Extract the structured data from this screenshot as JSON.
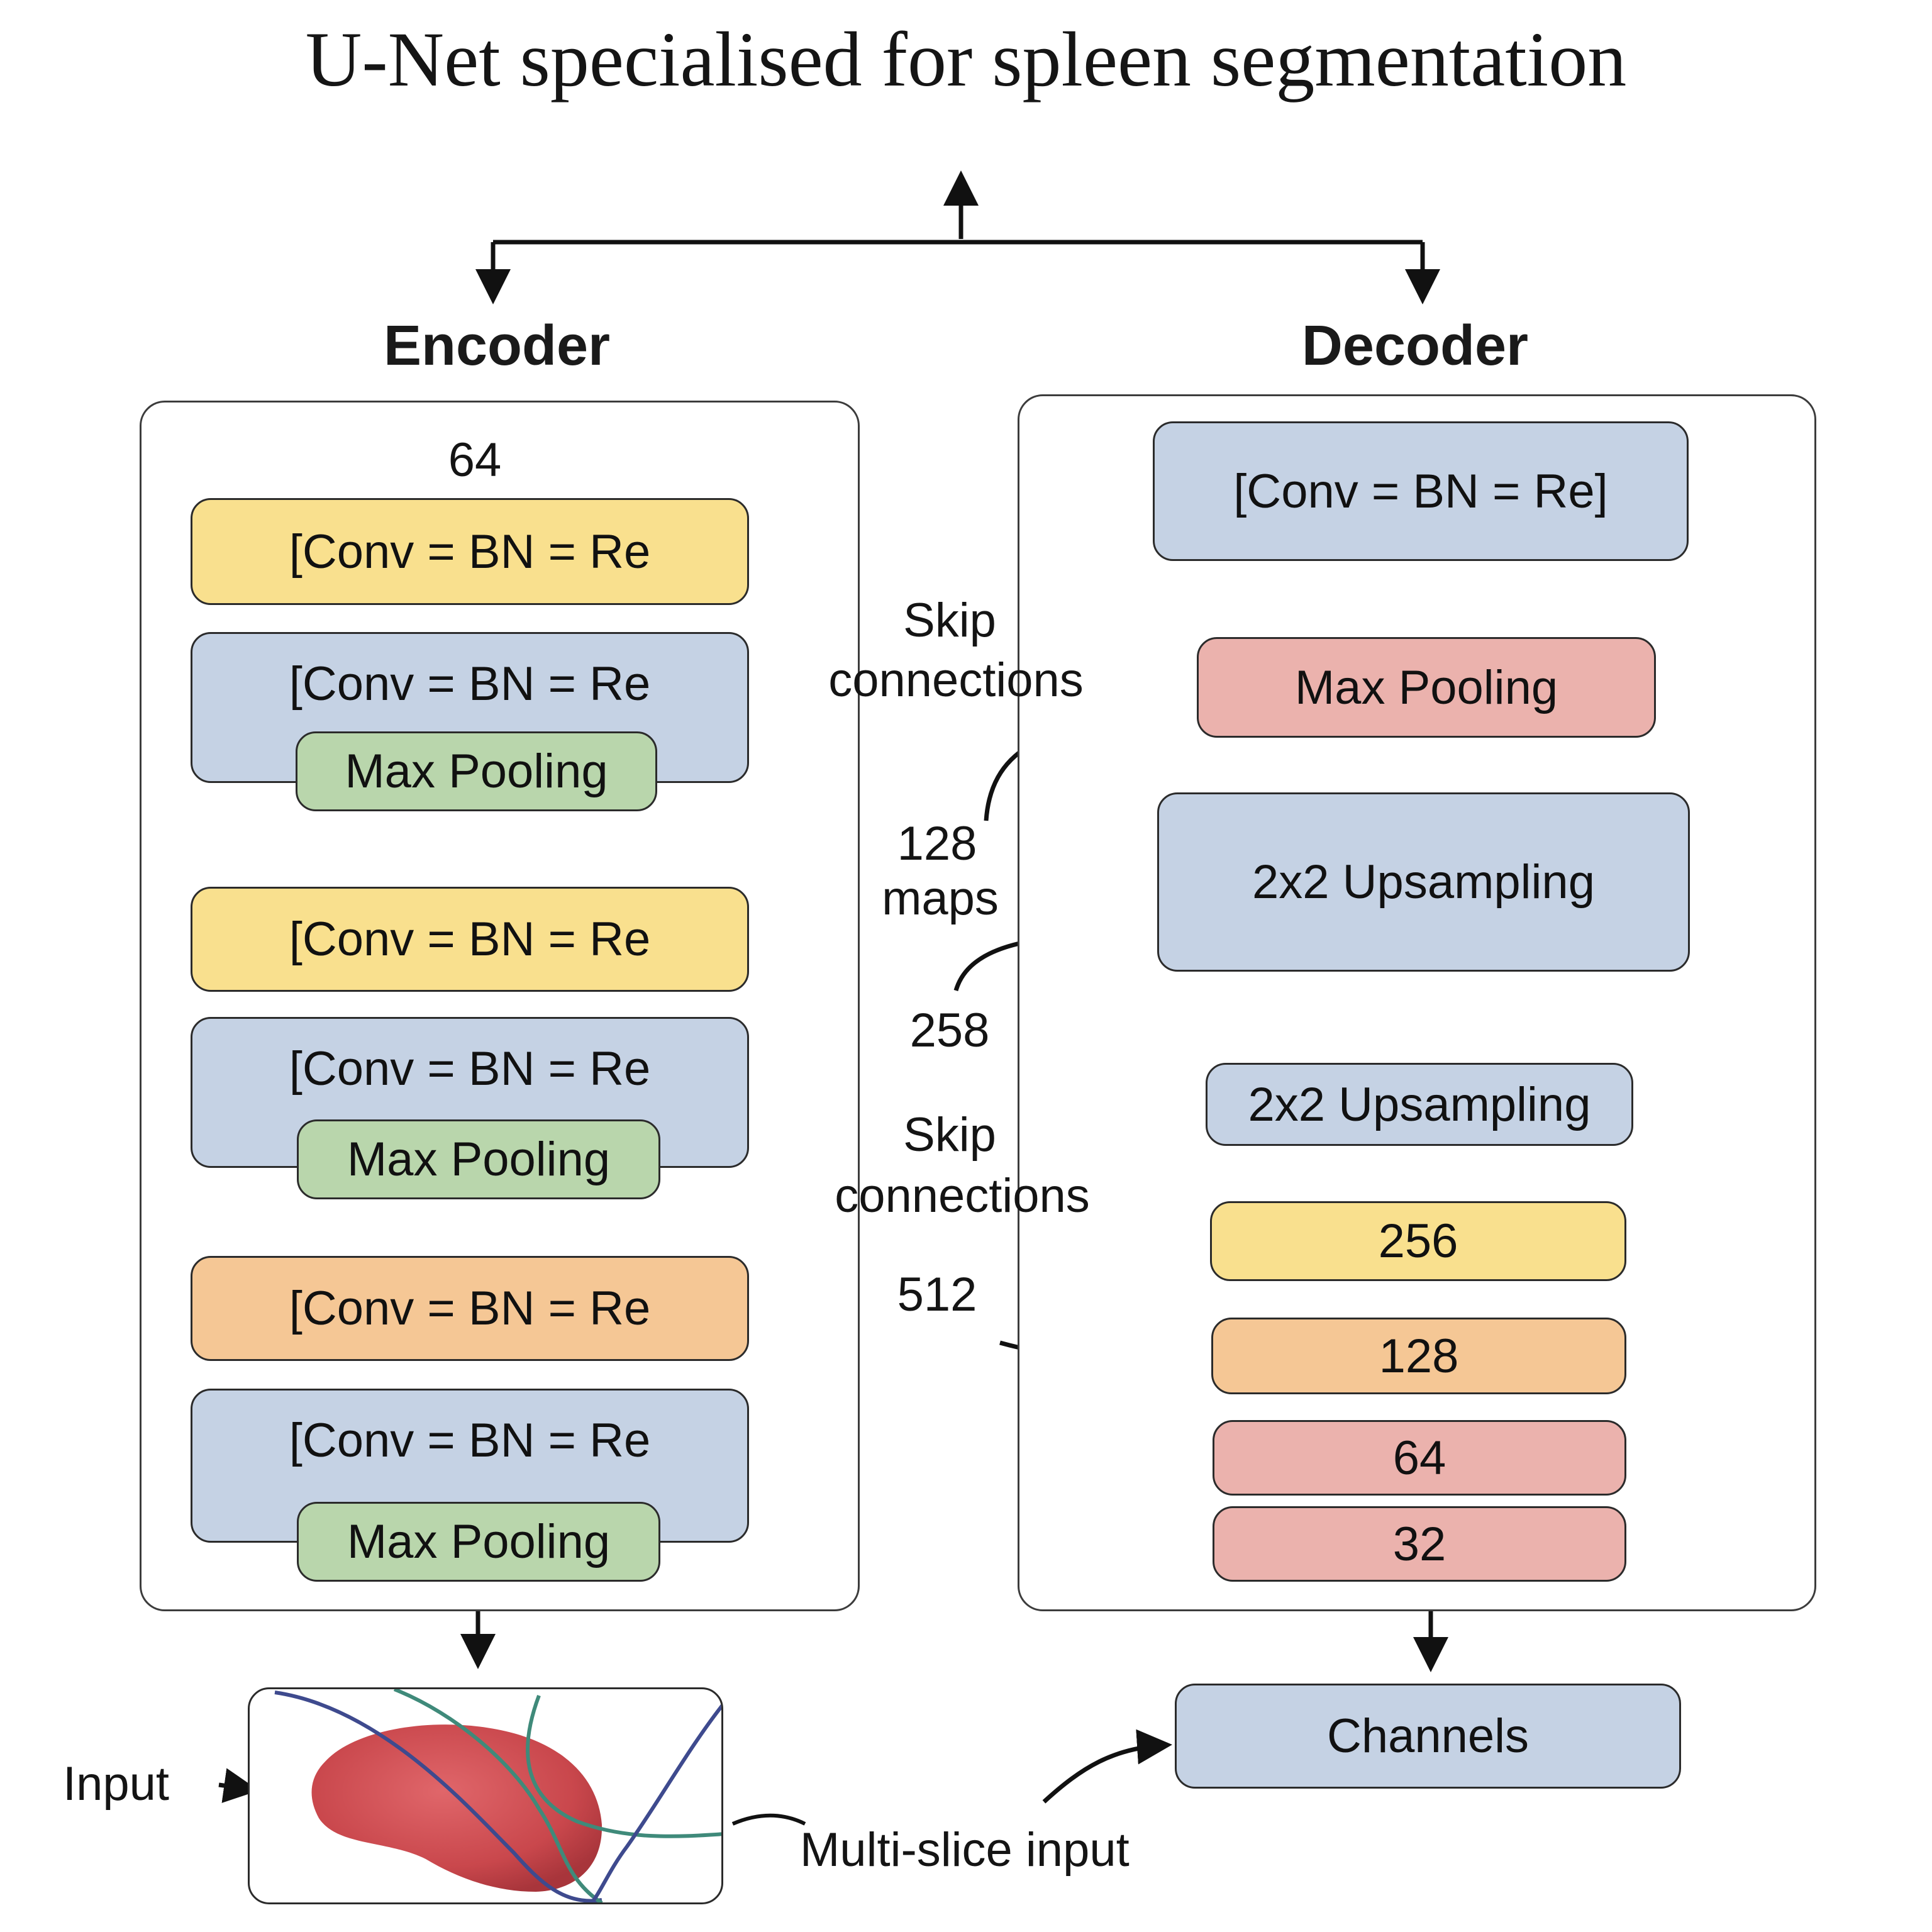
{
  "title": "U-Net specialised for spleen segmentation",
  "encoder": {
    "label": "Encoder",
    "channels_label": "64",
    "blocks": [
      {
        "text": "[Conv = BN = Re",
        "color": "#f9e08e"
      },
      {
        "text": "[Conv = BN = Re",
        "color": "#c5d2e4",
        "pool": "Max Pooling"
      },
      {
        "text": "[Conv = BN = Re",
        "color": "#f9e08e"
      },
      {
        "text": "[Conv = BN = Re",
        "color": "#c5d2e4",
        "pool": "Max Pooling"
      },
      {
        "text": "[Conv = BN = Re",
        "color": "#f5c795"
      },
      {
        "text": "[Conv = BN = Re",
        "color": "#c5d2e4",
        "pool": "Max Pooling"
      }
    ]
  },
  "decoder": {
    "label": "Decoder",
    "blocks": [
      {
        "text": "[Conv = BN = Re]",
        "color": "#c5d2e4"
      },
      {
        "text": "Max Pooling",
        "color": "#ebb2ad"
      },
      {
        "text": "2x2 Upsampling",
        "color": "#c5d2e4"
      },
      {
        "text": "2x2 Upsampling",
        "color": "#c5d2e4"
      },
      {
        "text": "256",
        "color": "#f9e08e"
      },
      {
        "text": "128",
        "color": "#f5c795"
      },
      {
        "text": "64",
        "color": "#ebb2ad"
      },
      {
        "text": "32",
        "color": "#ebb2ad"
      }
    ],
    "output": "Channels"
  },
  "middle_labels": {
    "skip_1": [
      "Skip",
      "connections"
    ],
    "maps_128": [
      "128",
      "maps"
    ],
    "n_258": "258",
    "skip_2": [
      "Skip",
      "connections"
    ],
    "n_512": "512"
  },
  "input": {
    "label": "Input",
    "note": "Multi-slice input"
  },
  "colors": {
    "yellow": "#f9e08e",
    "blue": "#c5d2e4",
    "green": "#b9d6ac",
    "orange": "#f5c795",
    "pink": "#ebb2ad",
    "spleen": "#c9474c"
  }
}
